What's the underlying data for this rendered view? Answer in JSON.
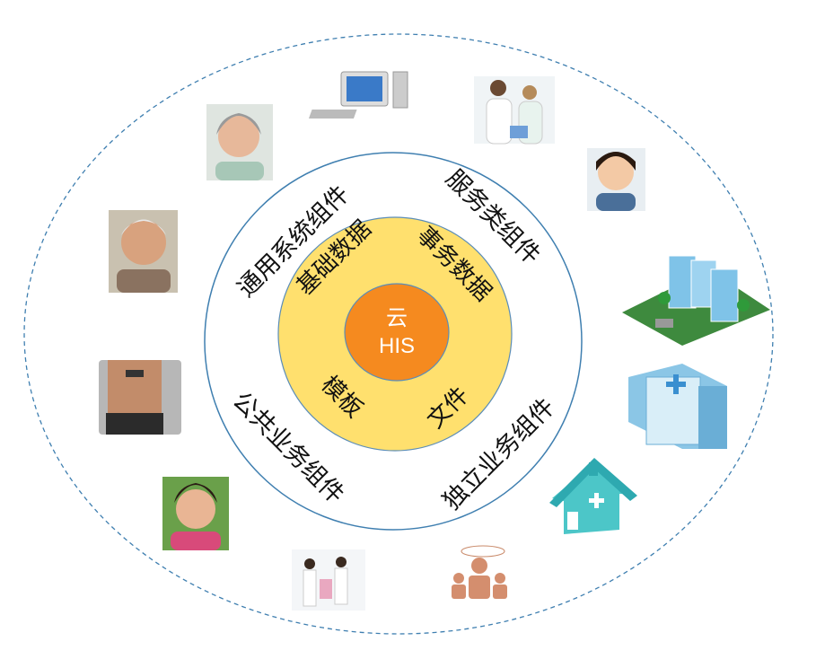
{
  "center": {
    "line1": "云",
    "line2": "HIS"
  },
  "core_ring": [
    "基础数据",
    "事务数据",
    "模板",
    "文件"
  ],
  "outer_ring": [
    "通用系统组件",
    "服务类组件",
    "公共业务组件",
    "独立业务组件"
  ],
  "images": [
    "computer-terminal",
    "doctors",
    "nurse",
    "hospital-campus",
    "hospital-building",
    "clinic-house",
    "medical-staff-icon",
    "doctors-consulting",
    "elderly-woman-smiling",
    "patient-with-device",
    "elderly-man-smiling",
    "elderly-woman"
  ],
  "colors": {
    "center": "#F58A1F",
    "core": "#FFE06E",
    "ring_stroke": "#3F7FB0",
    "dashed": "#3F7FB0"
  }
}
